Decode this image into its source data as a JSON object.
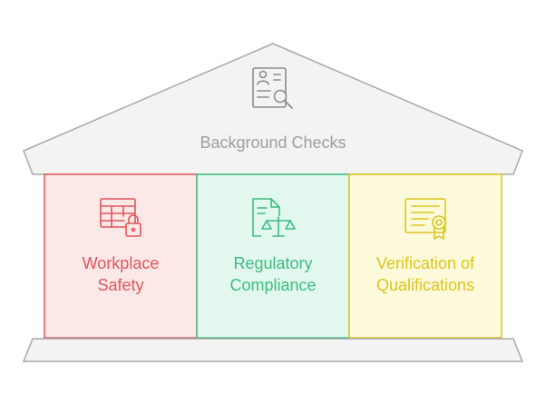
{
  "roof": {
    "title": "Background Checks",
    "icon": "background-check-icon"
  },
  "pillars": [
    {
      "key": "safety",
      "label": "Workplace\nSafety",
      "icon": "building-lock-icon",
      "color": "#e0555a",
      "fill": "#fde8e8"
    },
    {
      "key": "compliance",
      "label": "Regulatory\nCompliance",
      "icon": "document-scales-icon",
      "color": "#3cbc7f",
      "fill": "#e2f8ee"
    },
    {
      "key": "qualifications",
      "label": "Verification of\nQualifications",
      "icon": "certificate-icon",
      "color": "#dcc51c",
      "fill": "#fdfadb"
    }
  ],
  "colors": {
    "structure_fill": "#f3f3f3",
    "structure_stroke": "#a9a9a9"
  }
}
